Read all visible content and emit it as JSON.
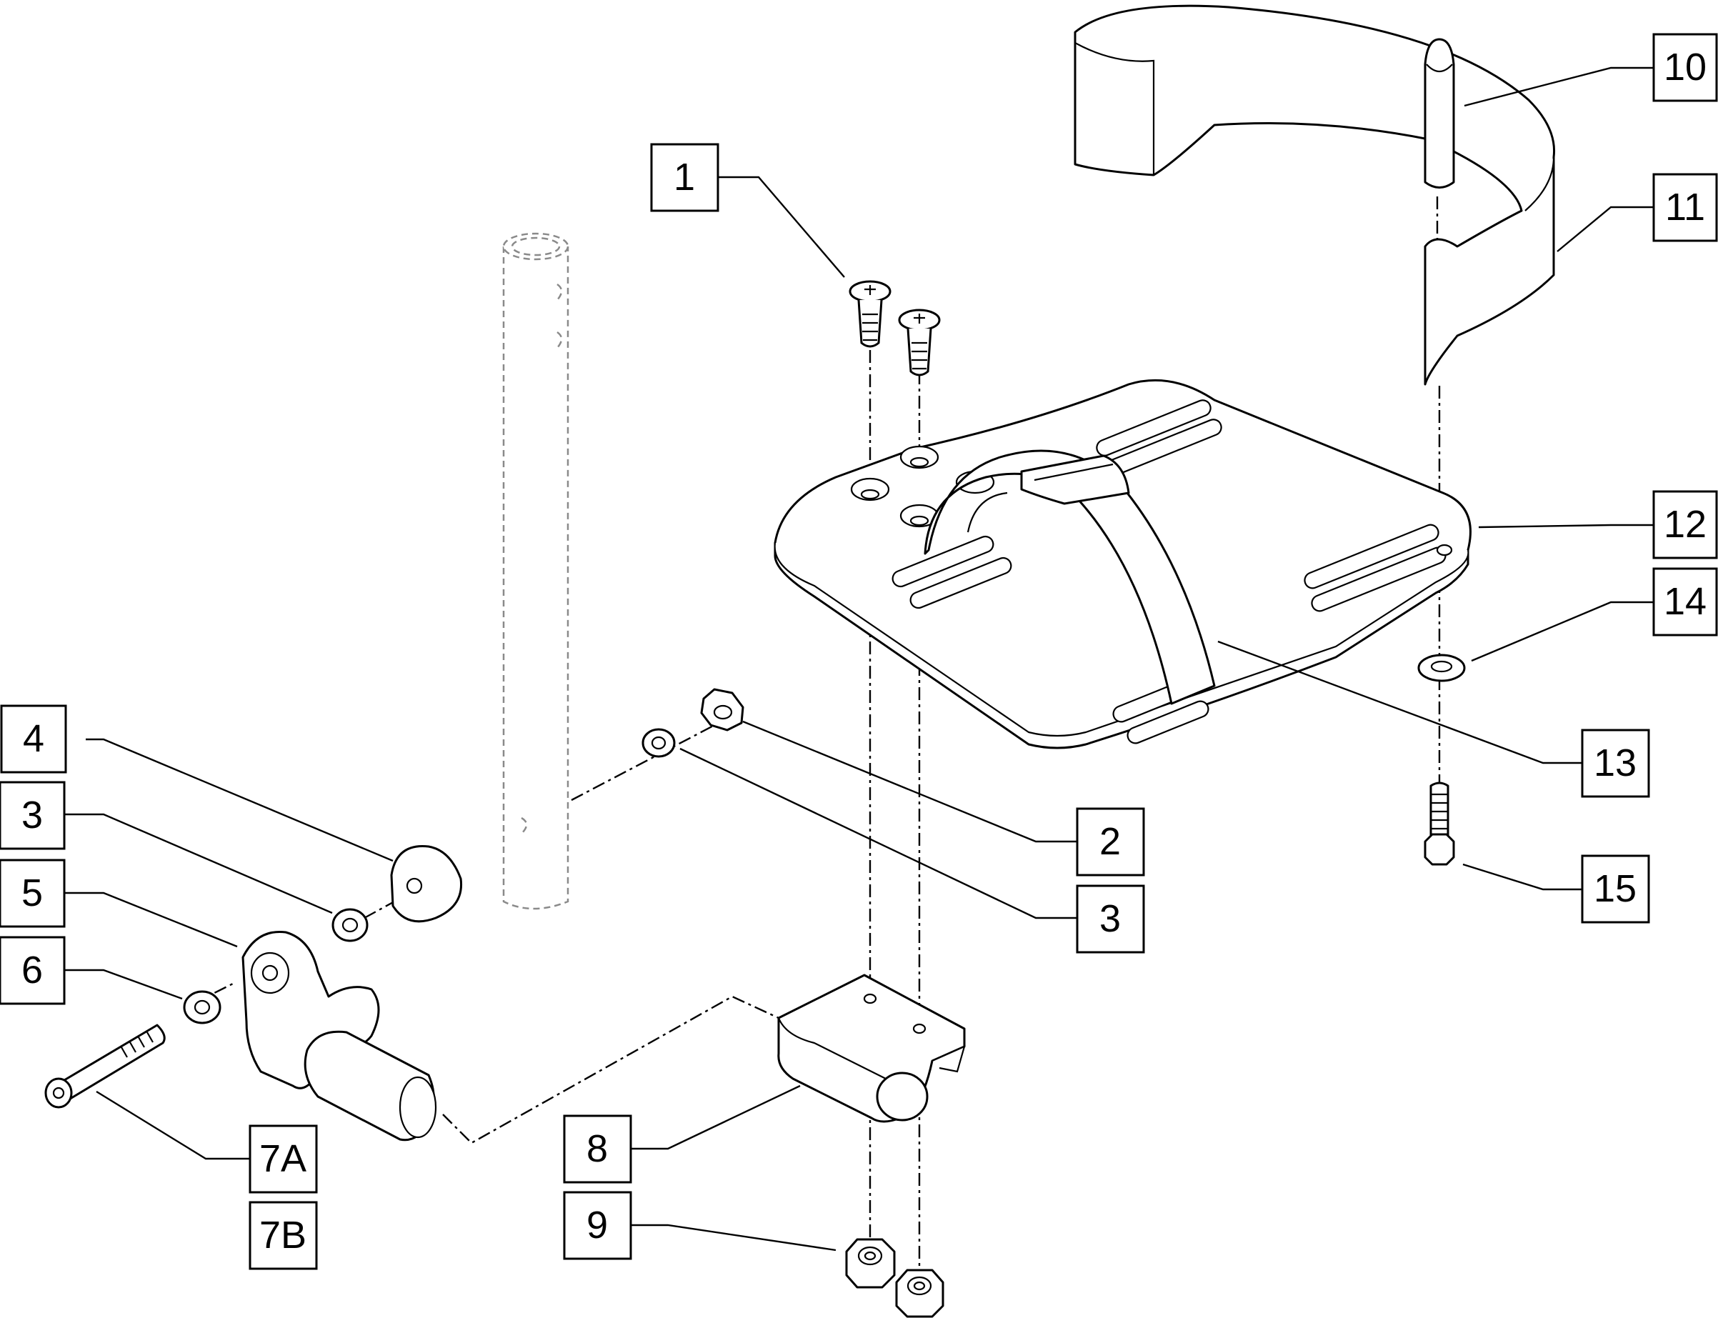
{
  "callouts": [
    {
      "id": "c1",
      "label": "1",
      "part": "flat head screw"
    },
    {
      "id": "c2",
      "label": "2",
      "part": "lock nut"
    },
    {
      "id": "c3a",
      "label": "3",
      "part": "washer"
    },
    {
      "id": "c3b",
      "label": "3",
      "part": "washer"
    },
    {
      "id": "c4",
      "label": "4",
      "part": "cam spacer"
    },
    {
      "id": "c5",
      "label": "5",
      "part": "hanger bracket"
    },
    {
      "id": "c6",
      "label": "6",
      "part": "washer"
    },
    {
      "id": "c7a",
      "label": "7A",
      "part": "bolt"
    },
    {
      "id": "c7b",
      "label": "7B",
      "part": "bolt"
    },
    {
      "id": "c8",
      "label": "8",
      "part": "footplate clamp"
    },
    {
      "id": "c9",
      "label": "9",
      "part": "lock nut"
    },
    {
      "id": "c10",
      "label": "10",
      "part": "strap pin"
    },
    {
      "id": "c11",
      "label": "11",
      "part": "heel strap"
    },
    {
      "id": "c12",
      "label": "12",
      "part": "footplate"
    },
    {
      "id": "c13",
      "label": "13",
      "part": "toe strap"
    },
    {
      "id": "c14",
      "label": "14",
      "part": "washer"
    },
    {
      "id": "c15",
      "label": "15",
      "part": "hex bolt"
    }
  ],
  "colors": {
    "line": "#000000",
    "ghost": "#8a8a8a",
    "background": "#ffffff"
  }
}
